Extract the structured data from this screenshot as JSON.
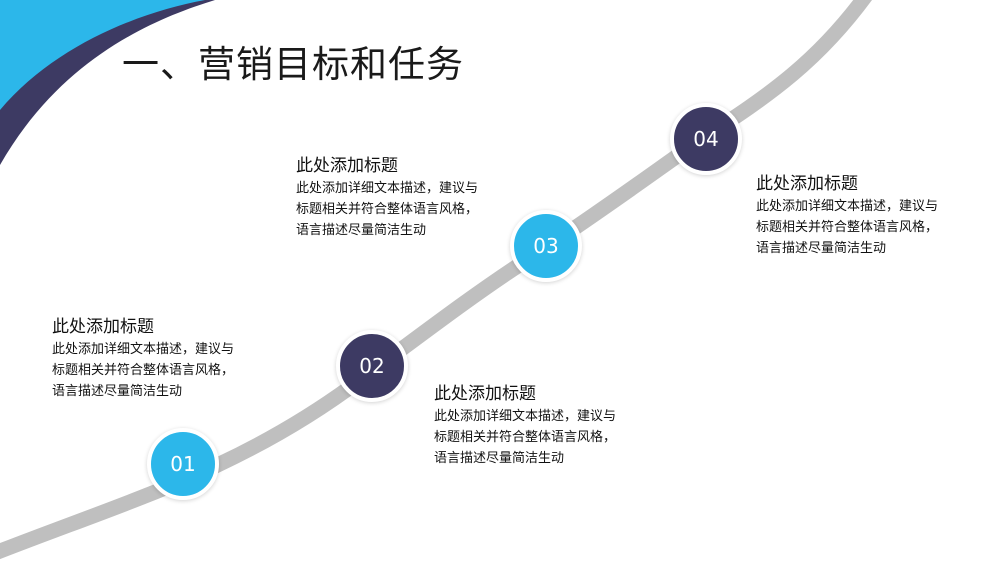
{
  "slide": {
    "title": "一、营销目标和任务",
    "colors": {
      "accent_light": "#2cb7ea",
      "accent_dark": "#3d3a63",
      "track": "#bfbfbf"
    },
    "steps": [
      {
        "number": "01",
        "style": "light",
        "heading": "此处添加标题",
        "body_lines": [
          "此处添加详细文本描述，建议与",
          "标题相关并符合整体语言风格，",
          "语言描述尽量简洁生动"
        ]
      },
      {
        "number": "02",
        "style": "dark",
        "heading": "此处添加标题",
        "body_lines": [
          "此处添加详细文本描述，建议与",
          "标题相关并符合整体语言风格，",
          "语言描述尽量简洁生动"
        ]
      },
      {
        "number": "03",
        "style": "light",
        "heading": "此处添加标题",
        "body_lines": [
          "此处添加详细文本描述，建议与",
          "标题相关并符合整体语言风格，",
          "语言描述尽量简洁生动"
        ]
      },
      {
        "number": "04",
        "style": "dark",
        "heading": "此处添加标题",
        "body_lines": [
          "此处添加详细文本描述，建议与",
          "标题相关并符合整体语言风格，",
          "语言描述尽量简洁生动"
        ]
      }
    ]
  }
}
